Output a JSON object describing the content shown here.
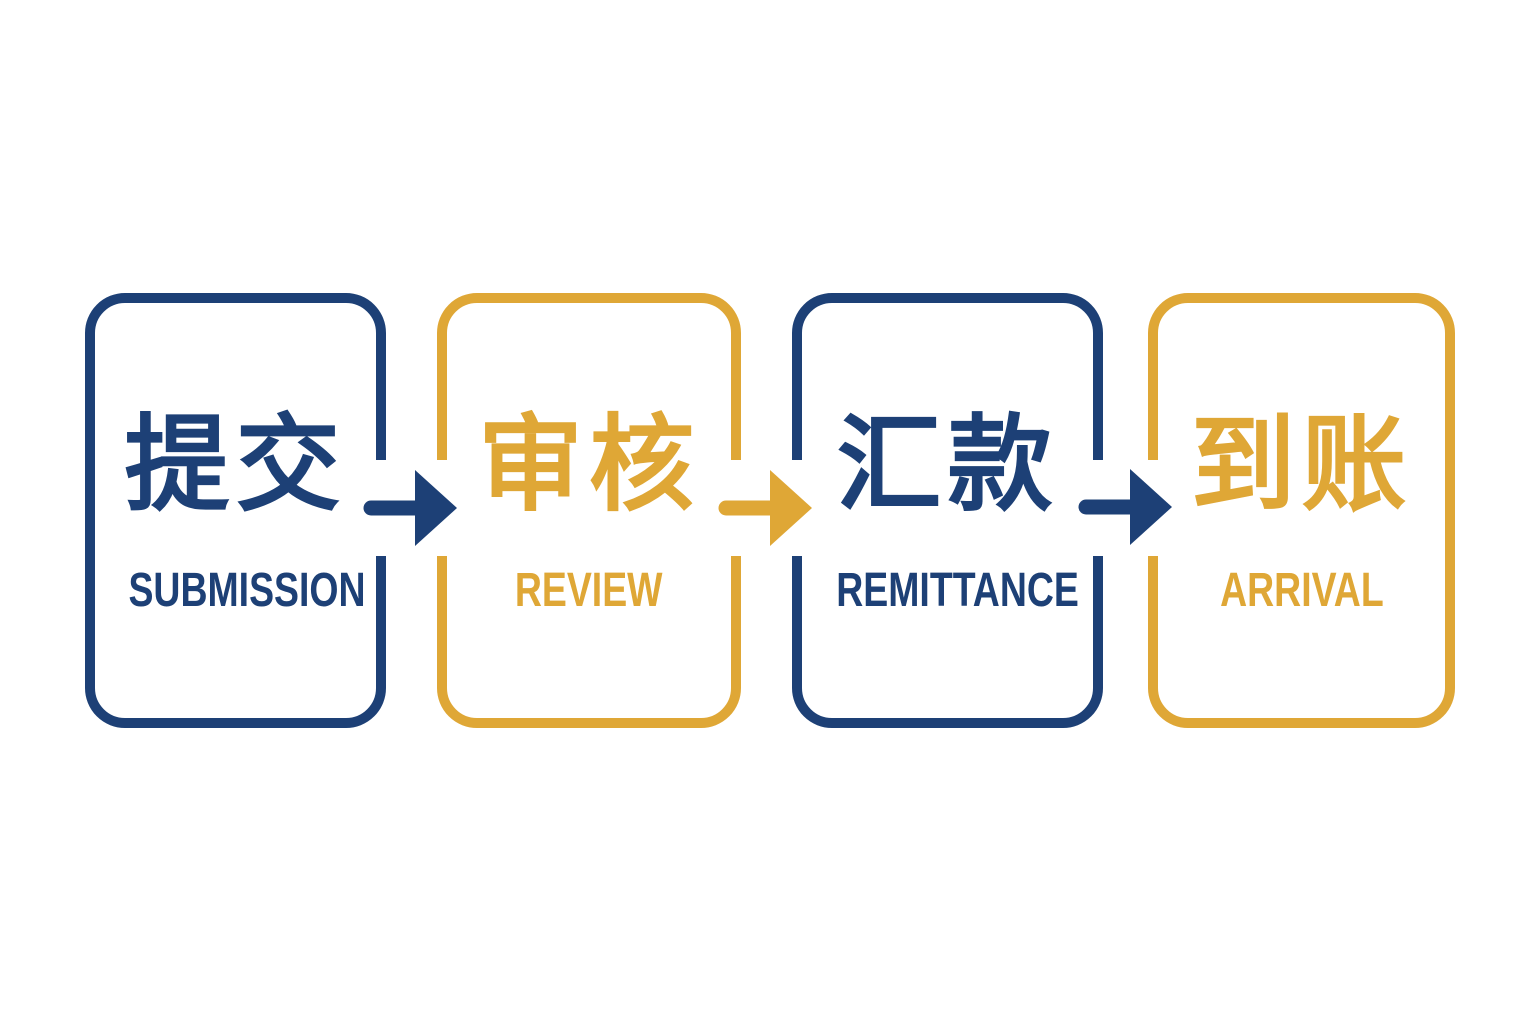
{
  "diagram": {
    "type": "process-flow",
    "background_color": "#ffffff",
    "colors": {
      "navy": "#1d4076",
      "gold": "#dfa736"
    },
    "steps": [
      {
        "id": "submission",
        "zh": "提交",
        "en": "SUBMISSION",
        "color": "navy",
        "order": 1
      },
      {
        "id": "review",
        "zh": "审核",
        "en": "REVIEW",
        "color": "gold",
        "order": 2
      },
      {
        "id": "remittance",
        "zh": "汇款",
        "en": "REMITTANCE",
        "color": "navy",
        "order": 3
      },
      {
        "id": "arrival",
        "zh": "到账",
        "en": "ARRIVAL",
        "color": "gold",
        "order": 4
      }
    ],
    "arrows": [
      {
        "from": "submission",
        "to": "review",
        "color": "navy",
        "direction": "right"
      },
      {
        "from": "review",
        "to": "remittance",
        "color": "gold",
        "direction": "right"
      },
      {
        "from": "remittance",
        "to": "arrival",
        "color": "navy",
        "direction": "right"
      }
    ]
  }
}
